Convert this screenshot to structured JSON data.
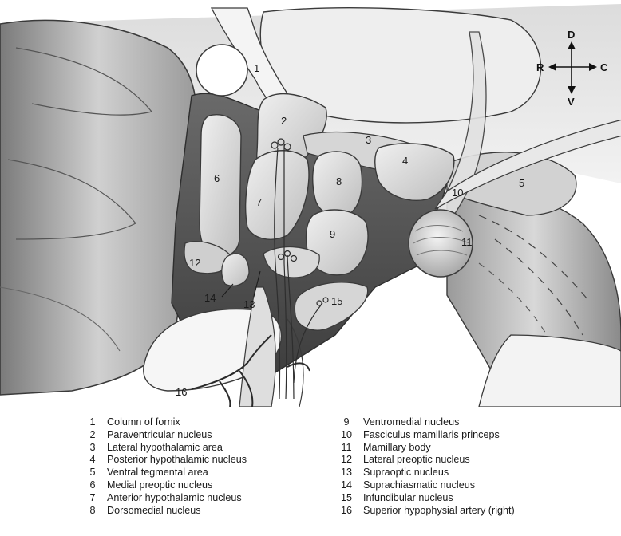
{
  "compass": {
    "dorsal": "D",
    "ventral": "V",
    "rostral": "R",
    "caudal": "C"
  },
  "labels": [
    "1",
    "2",
    "3",
    "4",
    "5",
    "6",
    "7",
    "8",
    "9",
    "10",
    "11",
    "12",
    "13",
    "14",
    "15",
    "16"
  ],
  "legend": [
    {
      "num": "1",
      "text": "Column of fornix"
    },
    {
      "num": "2",
      "text": "Paraventricular nucleus"
    },
    {
      "num": "3",
      "text": "Lateral hypothalamic area"
    },
    {
      "num": "4",
      "text": "Posterior hypothalamic nucleus"
    },
    {
      "num": "5",
      "text": "Ventral tegmental area"
    },
    {
      "num": "6",
      "text": "Medial preoptic nucleus"
    },
    {
      "num": "7",
      "text": "Anterior hypothalamic nucleus"
    },
    {
      "num": "8",
      "text": "Dorsomedial nucleus"
    },
    {
      "num": "9",
      "text": "Ventromedial nucleus"
    },
    {
      "num": "10",
      "text": "Fasciculus mamillaris princeps"
    },
    {
      "num": "11",
      "text": "Mamillary body"
    },
    {
      "num": "12",
      "text": "Lateral preoptic nucleus"
    },
    {
      "num": "13",
      "text": "Supraoptic nucleus"
    },
    {
      "num": "14",
      "text": "Suprachiasmatic nucleus"
    },
    {
      "num": "15",
      "text": "Infundibular nucleus"
    },
    {
      "num": "16",
      "text": "Superior hypophysial artery (right)"
    }
  ],
  "colors": {
    "outline": "#3a3a3a",
    "tissue_light": "#e6e6e6",
    "tissue_mid": "#c8c8c8",
    "tissue_dark": "#8e8e8e",
    "cavity": "#5c5c5c"
  }
}
